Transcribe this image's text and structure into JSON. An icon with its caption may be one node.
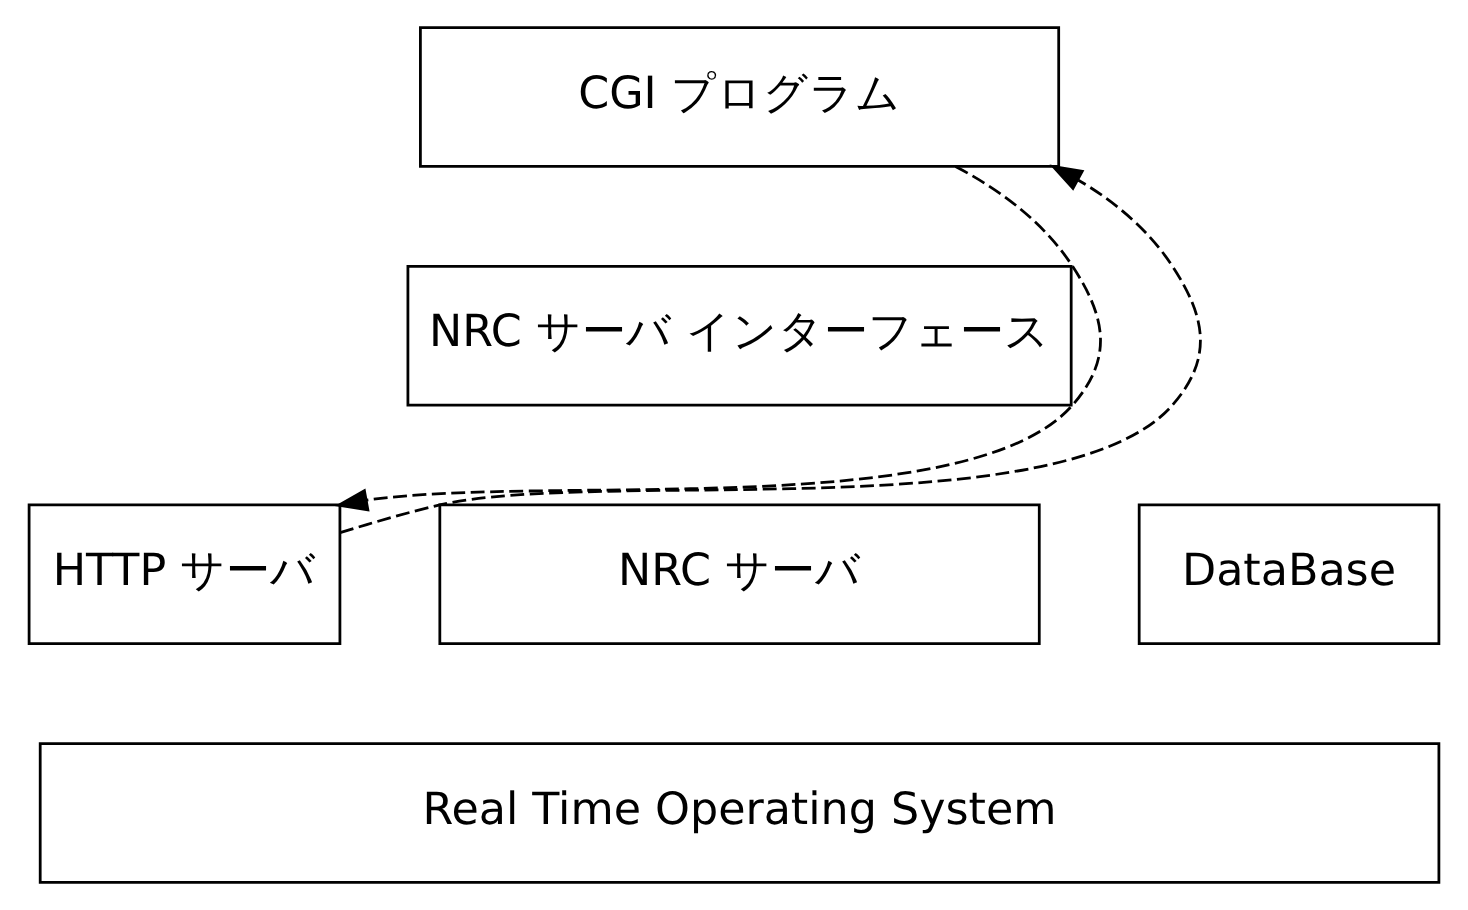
{
  "diagram": {
    "nodes": [
      {
        "text": [
          "CGI プログラム"
        ]
      },
      {
        "text": [
          "NRC サーバ インターフェース"
        ]
      },
      {
        "text": [
          "HTTP サーバ"
        ]
      },
      {
        "text": [
          "NRC サーバ"
        ]
      },
      {
        "text": [
          "DataBase"
        ]
      },
      {
        "text": [
          "Real Time Operating System"
        ]
      }
    ],
    "edges": [
      {
        "from": 2,
        "to": 0,
        "arrow": "to",
        "style": "dashed"
      },
      {
        "from": 0,
        "to": 2,
        "arrow": "to",
        "style": "dashed"
      }
    ]
  }
}
